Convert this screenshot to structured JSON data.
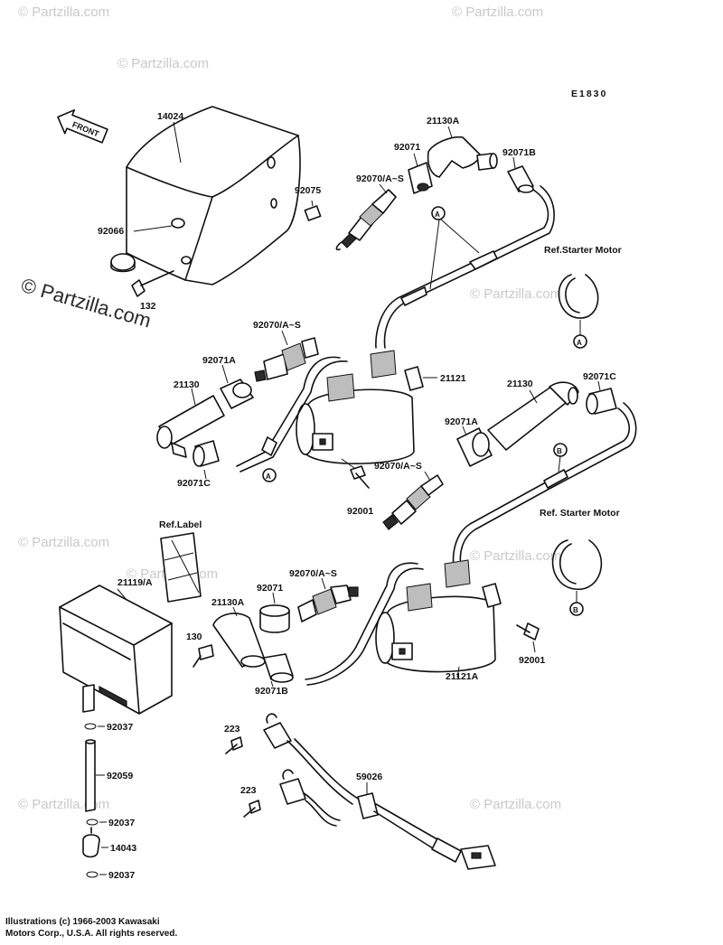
{
  "diagram_code": "E1830",
  "watermarks": {
    "small": "© Partzilla.com",
    "large": "© Partzilla.com"
  },
  "front_arrow_text": "FRONT",
  "labels": {
    "l14024": "14024",
    "l92066": "92066",
    "l132": "132",
    "l92075": "92075",
    "l92070_top": "92070/A~S",
    "l92071_top": "92071",
    "l21130A_top": "21130A",
    "l92071B_top": "92071B",
    "ref_starter_1": "Ref.Starter Motor",
    "l92070_mid": "92070/A~S",
    "l92071A_left": "92071A",
    "l21130_left": "21130",
    "l92071C_left": "92071C",
    "l21121": "21121",
    "l92001_mid": "92001",
    "l21130_right": "21130",
    "l92071C_right": "92071C",
    "l92071A_right": "92071A",
    "l92070_right": "92070/A~S",
    "ref_starter_2": "Ref. Starter Motor",
    "ref_label": "Ref.Label",
    "l21119A": "21119/A",
    "l21130A_low": "21130A",
    "l92071_low": "92071",
    "l92070_low": "92070/A~S",
    "l130": "130",
    "l92071B_low": "92071B",
    "l92001_low": "92001",
    "l21121A": "21121A",
    "l92037_1": "92037",
    "l92059": "92059",
    "l92037_2": "92037",
    "l14043": "14043",
    "l92037_3": "92037",
    "l223_1": "223",
    "l223_2": "223",
    "l59026": "59026"
  },
  "markers": {
    "a1": "A",
    "a2": "A",
    "a3": "A",
    "b1": "B",
    "b2": "B"
  },
  "copyright": {
    "line1": "Illustrations (c) 1966-2003 Kawasaki",
    "line2": "Motors Corp., U.S.A.  All rights reserved."
  }
}
